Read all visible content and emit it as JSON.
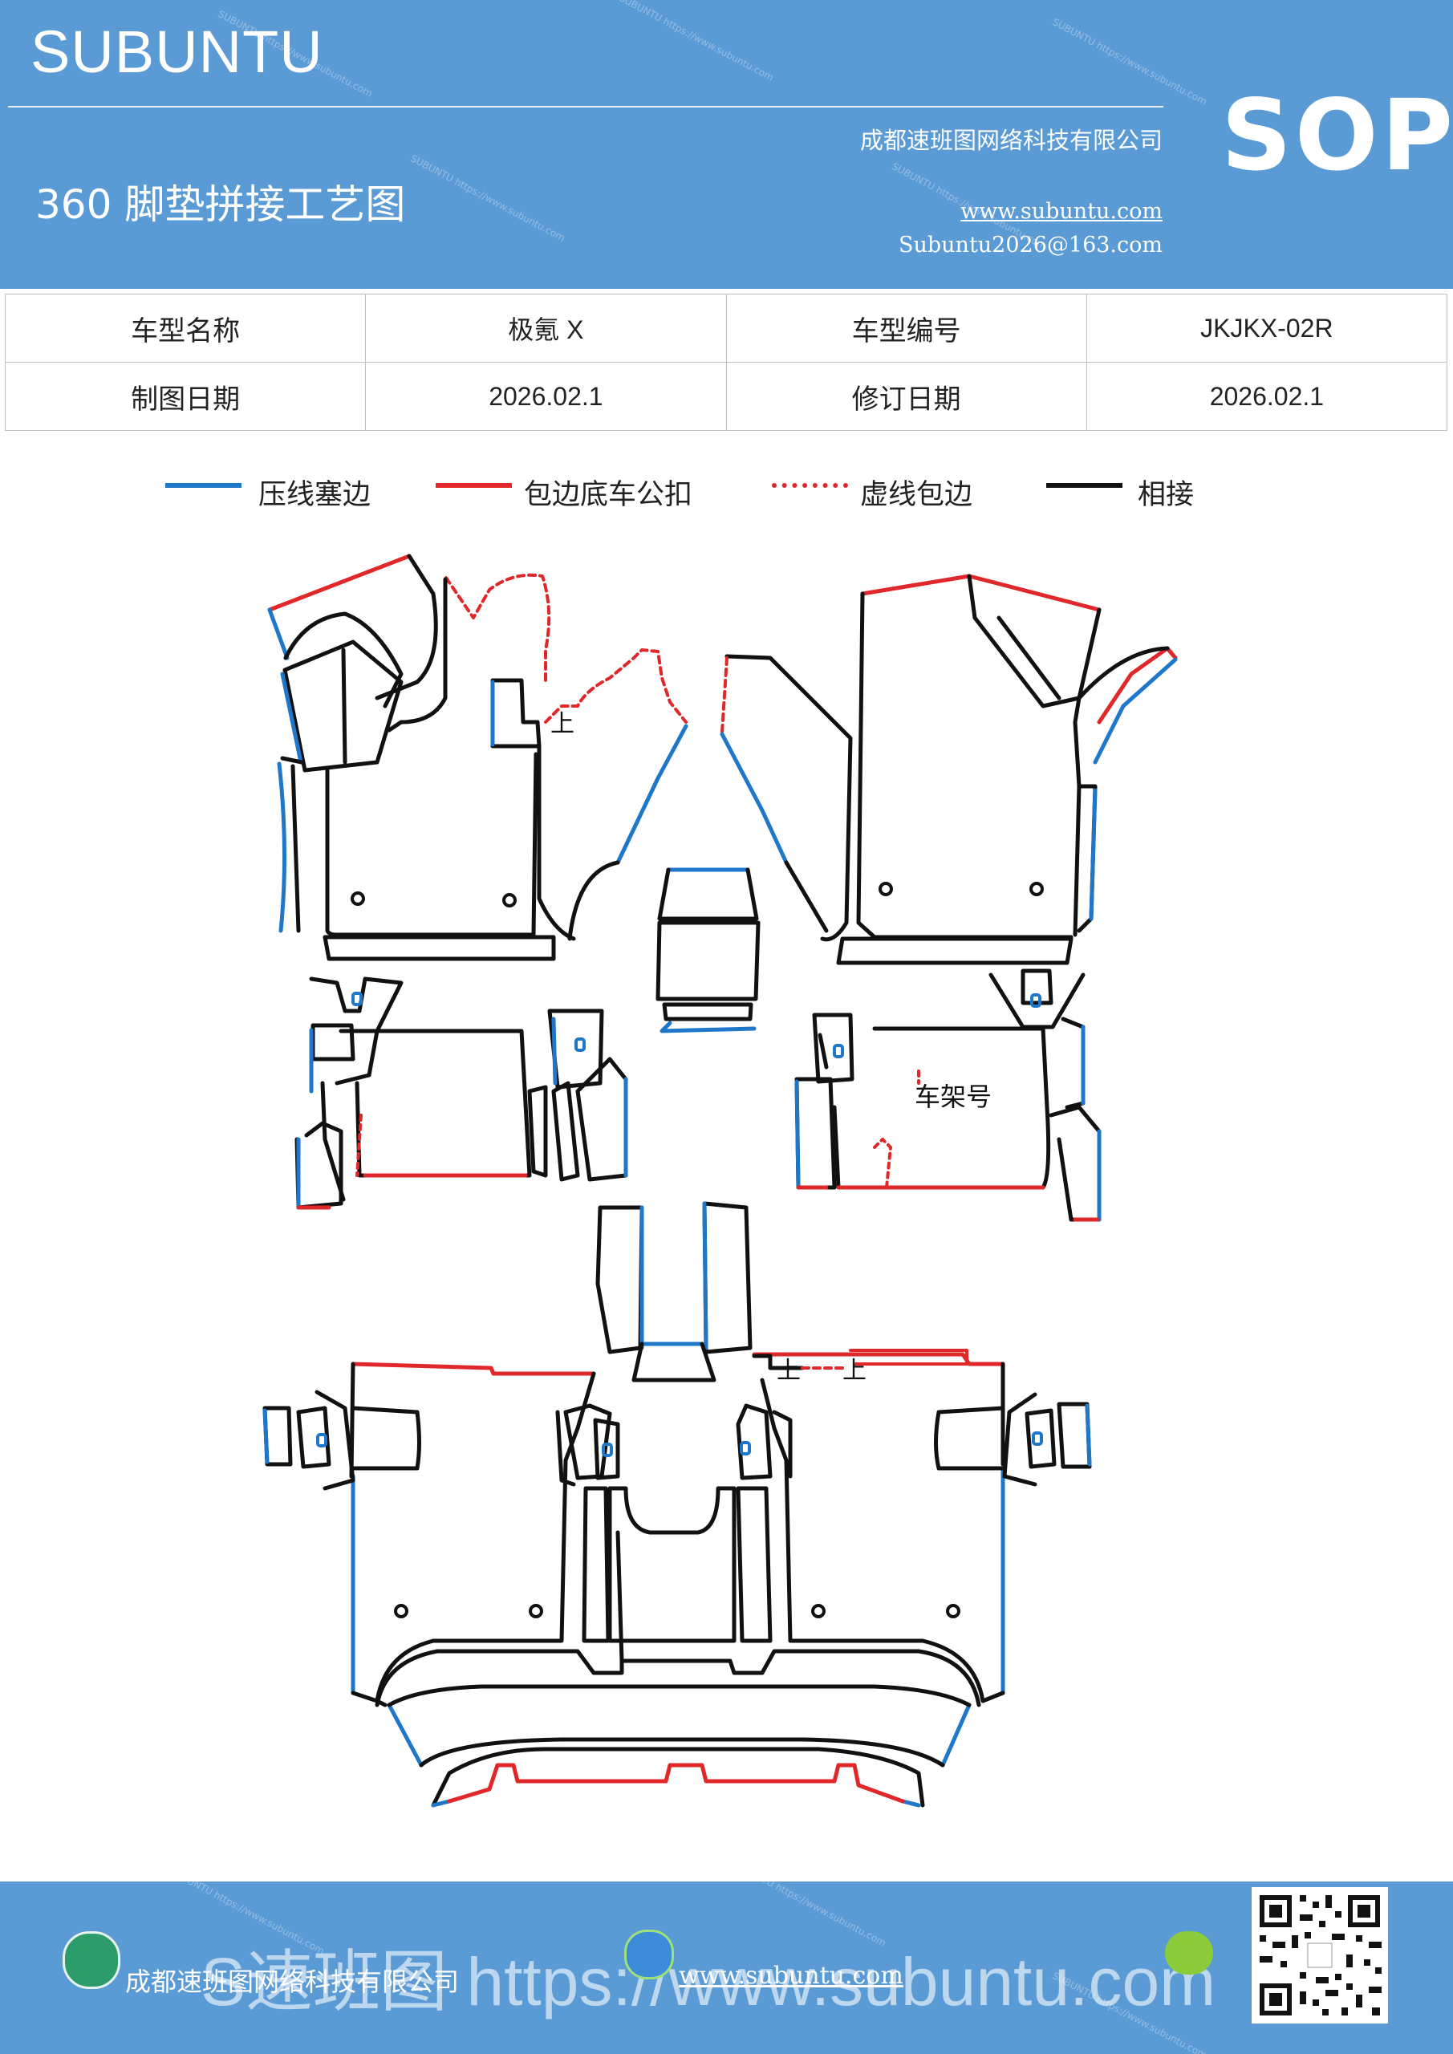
{
  "header": {
    "brand": "SUBUNTU",
    "title": "360 脚垫拼接工艺图",
    "company": "成都速班图网络科技有限公司",
    "website": "www.subuntu.com",
    "email": "Subuntu2026@163.com",
    "badge": "SOP"
  },
  "info_table": {
    "rows": [
      [
        "车型名称",
        "极氪 X",
        "车型编号",
        "JKJKX-02R"
      ],
      [
        "制图日期",
        "2026.02.1",
        "修订日期",
        "2026.02.1"
      ]
    ]
  },
  "legend": [
    {
      "label": "压线塞边",
      "color": "#1f77c9",
      "style": "solid"
    },
    {
      "label": "包边底车公扣",
      "color": "#e0272a",
      "style": "solid"
    },
    {
      "label": "虚线包边",
      "color": "#e0272a",
      "style": "dashed"
    },
    {
      "label": "相接",
      "color": "#111111",
      "style": "solid"
    }
  ],
  "diagram": {
    "mark_up_1": "上",
    "mark_up_2": "上",
    "mark_up_3": "上",
    "vin_label": "车架号"
  },
  "footer": {
    "company": "成都速班图网络科技有限公司",
    "overlay": "S速班图 https://www.subuntu.com",
    "url": "www.subuntu.com"
  },
  "colors": {
    "header_bg": "#5b9bd5",
    "blue_edge": "#1f77c9",
    "red_edge": "#e0272a",
    "joint": "#111111"
  }
}
